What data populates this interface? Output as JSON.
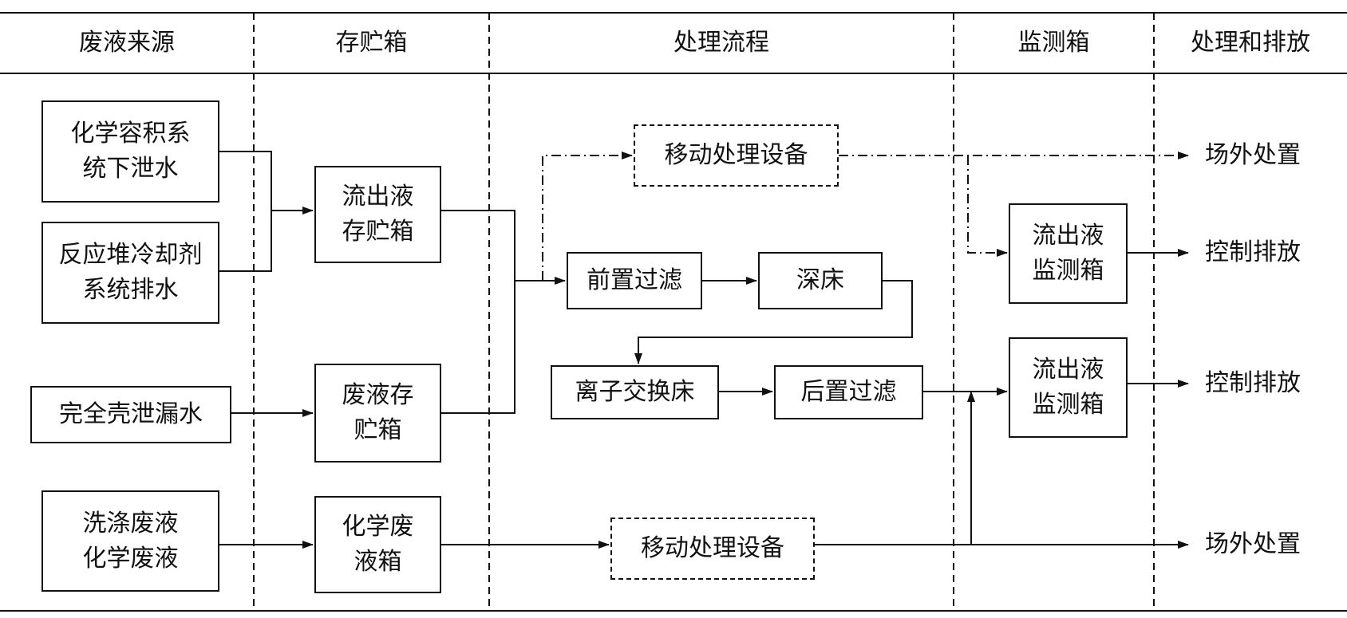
{
  "headers": {
    "source": "废液来源",
    "storage": "存贮箱",
    "process": "处理流程",
    "monitor": "监测箱",
    "discharge": "处理和排放"
  },
  "sources": {
    "cvcs": "化学容积系统下泄水",
    "rcc": "反应堆冷却剂系统排水",
    "containment": "完全壳泄漏水",
    "wash": "洗涤废液化学废液"
  },
  "storage_boxes": {
    "effluent": "流出液存贮箱",
    "waste": "废液存贮箱",
    "chemical": "化学废液箱"
  },
  "process": {
    "mobile_top": "移动处理设备",
    "prefilter": "前置过滤",
    "deep_bed": "深床",
    "ion_exchange": "离子交换床",
    "postfilter": "后置过滤",
    "mobile_bottom": "移动处理设备"
  },
  "monitor_boxes": {
    "m1": "流出液监测箱",
    "m2": "流出液监测箱"
  },
  "outputs": {
    "o1": "场外处置",
    "o2": "控制排放",
    "o3": "控制排放",
    "o4": "场外处置"
  }
}
